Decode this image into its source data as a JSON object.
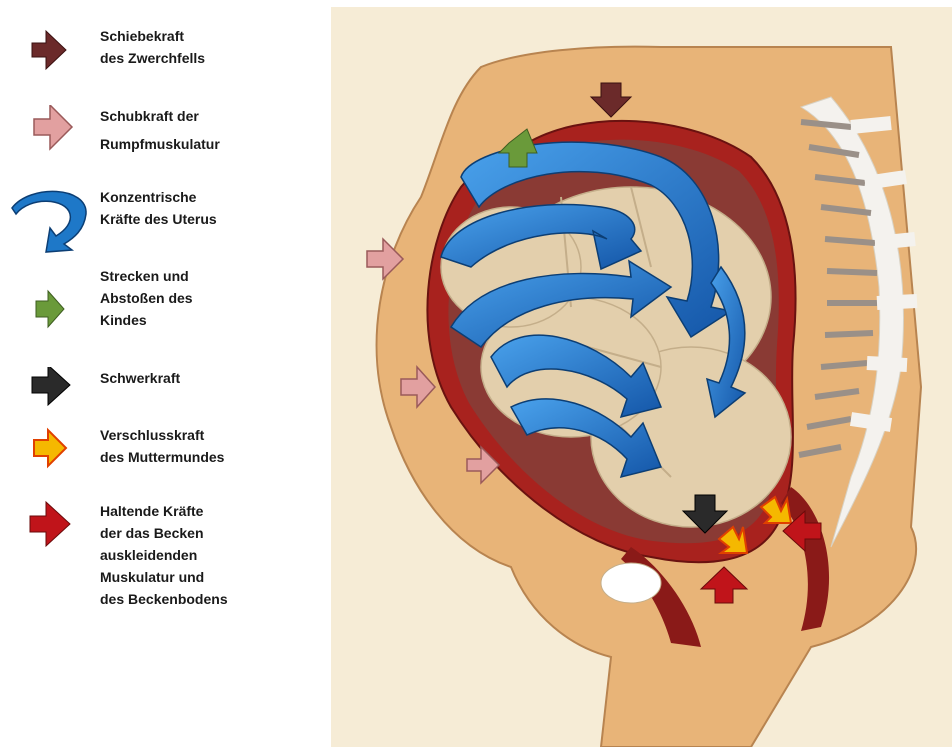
{
  "legend": {
    "items": [
      {
        "line1": "Schiebekraft",
        "line2": "des Zwerchfells",
        "icon": "arrow-diaphragm",
        "color": "#6b2a2a"
      },
      {
        "line1": "Schubkraft der",
        "line2": "Rumpfmuskulatur",
        "icon": "arrow-trunk",
        "color": "#e2a0a0"
      },
      {
        "line1": "Konzentrische",
        "line2": "Kräfte des Uterus",
        "icon": "curved-arrow-uterus",
        "color": "#1e78c8"
      },
      {
        "line1": "Strecken und",
        "line2": "Abstoßen des",
        "line3": "Kindes",
        "icon": "arrow-child",
        "color": "#6a9a3a"
      },
      {
        "line1": "Schwerkraft",
        "icon": "arrow-gravity",
        "color": "#2a2a2a"
      },
      {
        "line1": "Verschlusskraft",
        "line2": "des Muttermundes",
        "icon": "arrow-cervix",
        "color": "#f5b800"
      },
      {
        "line1": "Haltende Kräfte",
        "line2": "der das Becken",
        "line3": "auskleidenden",
        "line4": "Muskulatur und",
        "line5": "des Beckenbodens",
        "icon": "arrow-pelvic-floor",
        "color": "#c0141a"
      }
    ]
  },
  "colors": {
    "background": "#f6ecd6",
    "body": "#e8b478",
    "uterus_wall": "#a8221e",
    "fetus": "#e3cfac",
    "spine": "#f4f2ee"
  }
}
